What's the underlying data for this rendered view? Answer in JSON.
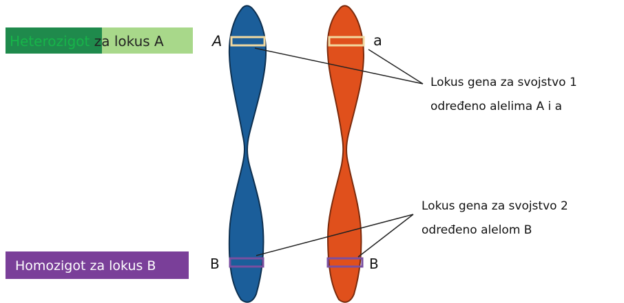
{
  "labels": {
    "heterozygote_dark": "Heterozigot",
    "heterozygote_light": " za lokus A",
    "homozygote": "Homozigot za lokus B",
    "allele_A": "A",
    "allele_a": "a",
    "allele_B_left": "B",
    "allele_B_right": "B",
    "locus1_line1": "Lokus gena za svojstvo 1",
    "locus1_line2": "određeno alelima A i a",
    "locus2_line1": "Lokus gena za svojstvo 2",
    "locus2_line2": "određeno alelom B"
  },
  "colors": {
    "chromosome_left": "#1b5e9a",
    "chromosome_right": "#e0501c",
    "heterozygote_dark_bg": "#1f8a4c",
    "heterozygote_light_bg": "#a8d88a",
    "homozygote_bg": "#7a3f99",
    "band_top": "#f2d9a0",
    "band_bottom": "#7a4fa0"
  }
}
